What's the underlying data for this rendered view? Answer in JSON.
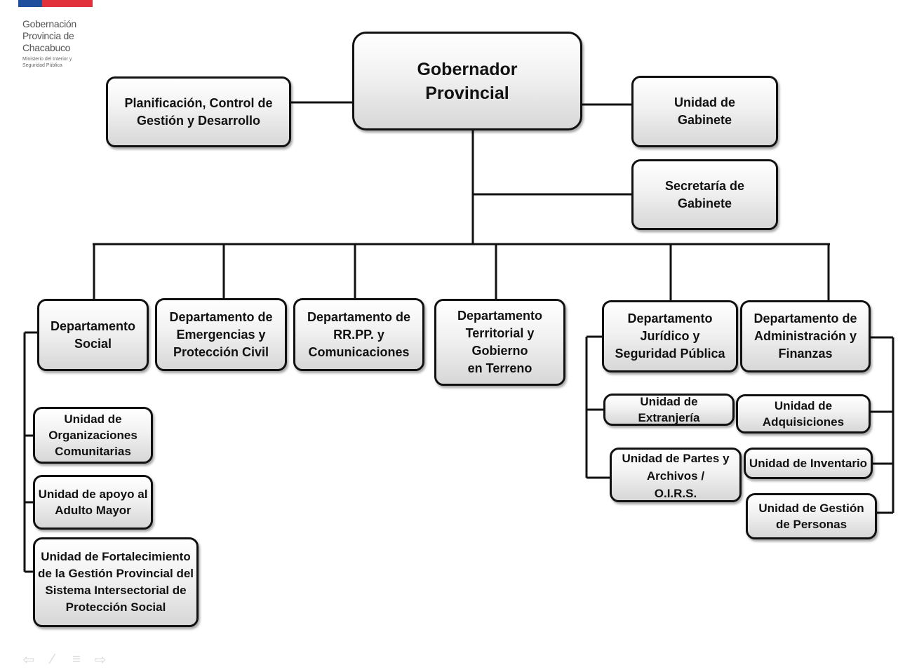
{
  "logo": {
    "lines": [
      "Gobernación",
      "Provincia de",
      "Chacabuco"
    ],
    "sub": [
      "Ministerio del Interior y",
      "Seguridad Pública"
    ]
  },
  "colors": {
    "flag_blue": "#1f4f9c",
    "flag_red": "#e0313c",
    "box_border": "#111111",
    "connector": "#111111"
  },
  "org": {
    "governor": "Gobernador\nProvincial",
    "planning": "Planificación, Control de\nGestión y Desarrollo",
    "cabinet_unit": "Unidad de\nGabinete",
    "cabinet_secretary": "Secretaría de Gabinete",
    "departments": {
      "social": "Departamento\nSocial",
      "emergencies": "Departamento de\nEmergencias y\nProtección Civil",
      "rrpp": "Departamento de\nRR.PP.  y\nComunicaciones",
      "territorial": "Departamento\nTerritorial y\nGobierno\nen Terreno",
      "legal": "Departamento\nJurídico y\nSeguridad Pública",
      "admin": "Departamento de\nAdministración y\nFinanzas"
    },
    "units": {
      "community_orgs": "Unidad de\nOrganizaciones\nComunitarias",
      "elderly": "Unidad de apoyo al\nAdulto Mayor",
      "social_protection": "Unidad de Fortalecimiento\nde la Gestión Provincial del\nSistema Intersectorial de\nProtección Social",
      "immigration": "Unidad de Extranjería",
      "records": "Unidad de Partes y\nArchivos /\nO.I.R.S.",
      "procurement": "Unidad de\nAdquisiciones",
      "inventory": "Unidad de Inventario",
      "people": "Unidad de Gestión\nde Personas"
    }
  },
  "nav_icons": [
    "arrow-left-icon",
    "pen-icon",
    "menu-icon",
    "arrow-right-icon"
  ]
}
